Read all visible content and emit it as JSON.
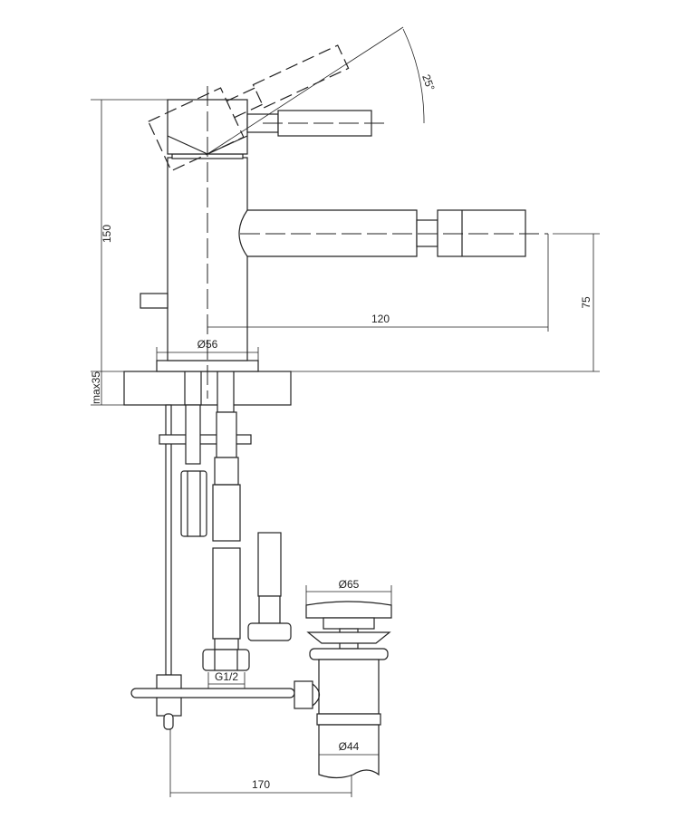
{
  "drawing": {
    "title": "Bidet mixer technical drawing",
    "dimensions": {
      "lever_angle": "25°",
      "height": "150",
      "spout_height": "75",
      "spout_reach": "120",
      "body_diameter": "Ø56",
      "max_thickness": "max35",
      "waste_cap_diameter": "Ø65",
      "connection_thread": "G1/2",
      "waste_diameter": "Ø44",
      "rod_distance": "170"
    },
    "line_color": "#222222"
  }
}
